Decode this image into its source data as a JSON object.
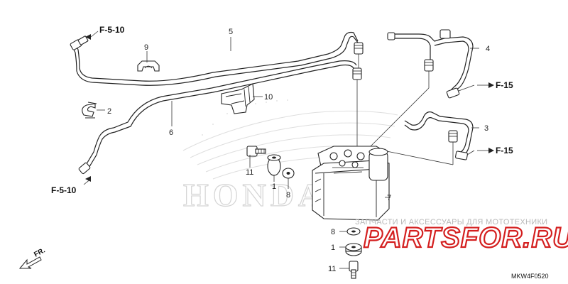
{
  "diagram": {
    "callouts": [
      {
        "id": "callout-1",
        "text": "1"
      },
      {
        "id": "callout-2",
        "text": "2"
      },
      {
        "id": "callout-3",
        "text": "3"
      },
      {
        "id": "callout-4",
        "text": "4"
      },
      {
        "id": "callout-5",
        "text": "5"
      },
      {
        "id": "callout-6",
        "text": "6"
      },
      {
        "id": "callout-7",
        "text": "7"
      },
      {
        "id": "callout-8",
        "text": "8"
      },
      {
        "id": "callout-9",
        "text": "9"
      },
      {
        "id": "callout-10",
        "text": "10"
      },
      {
        "id": "callout-11",
        "text": "11"
      }
    ],
    "refs": {
      "f510": "F-5-10",
      "f15": "F-15"
    },
    "direction": "FR.",
    "diagram_code": "MKW4F0520",
    "watermark": {
      "tagline": "ЗАПЧАСТИ И АКСЕССУАРЫ ДЛЯ МОТОТЕХНИКИ",
      "brand": "PARTSFOR.RU",
      "brand_color": "#d41f1f",
      "background_logo": "HONDA"
    }
  }
}
